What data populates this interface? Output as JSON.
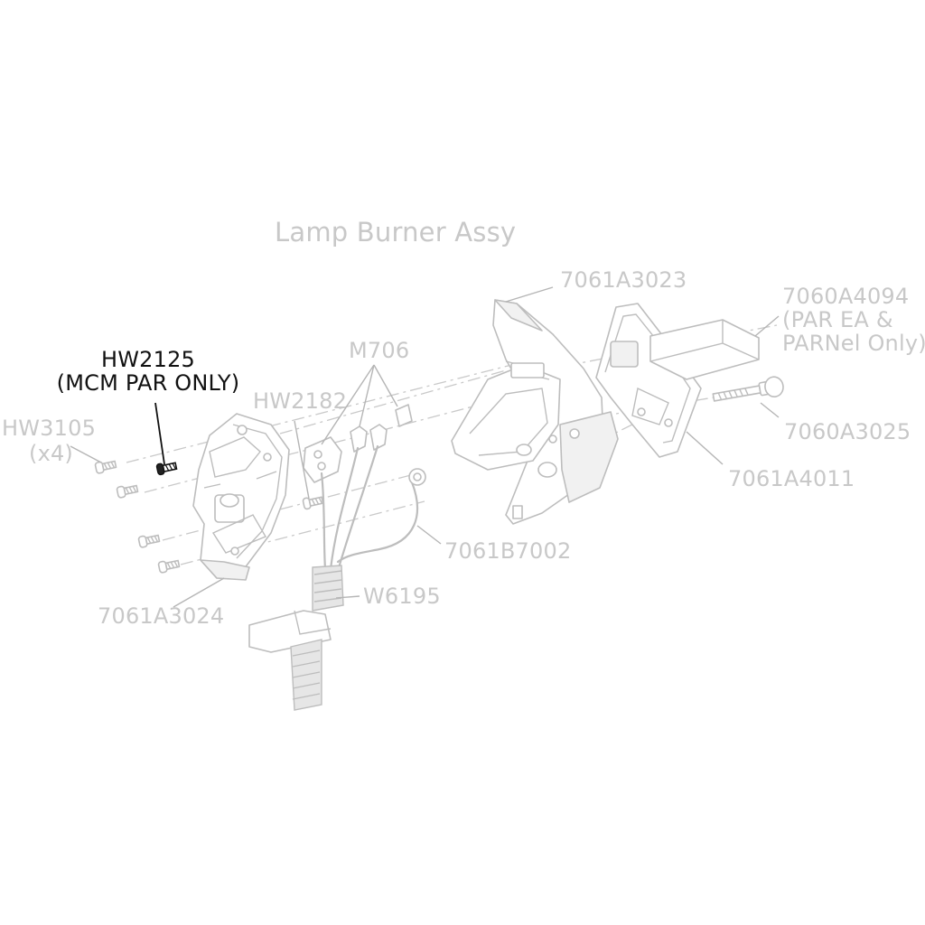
{
  "title": "Lamp Burner Assy",
  "labels": {
    "hw2125": "HW2125",
    "hw2125_note": "(MCM PAR ONLY)",
    "hw3105": "HW3105",
    "hw3105_qty": "(x4)",
    "hw2182": "HW2182",
    "m706": "M706",
    "p7061a3023": "7061A3023",
    "p7060a4094": "7060A4094",
    "p7060a4094_note1": "(PAR EA &",
    "p7060a4094_note2": "PARNel Only)",
    "p7060a3025": "7060A3025",
    "p7061a4011": "7061A4011",
    "p7061b7002": "7061B7002",
    "w6195": "W6195",
    "p7061a3024": "7061A3024"
  },
  "colors": {
    "highlight": "#111111",
    "muted": "#c8c8c8",
    "linework": "#bdbdbd"
  }
}
